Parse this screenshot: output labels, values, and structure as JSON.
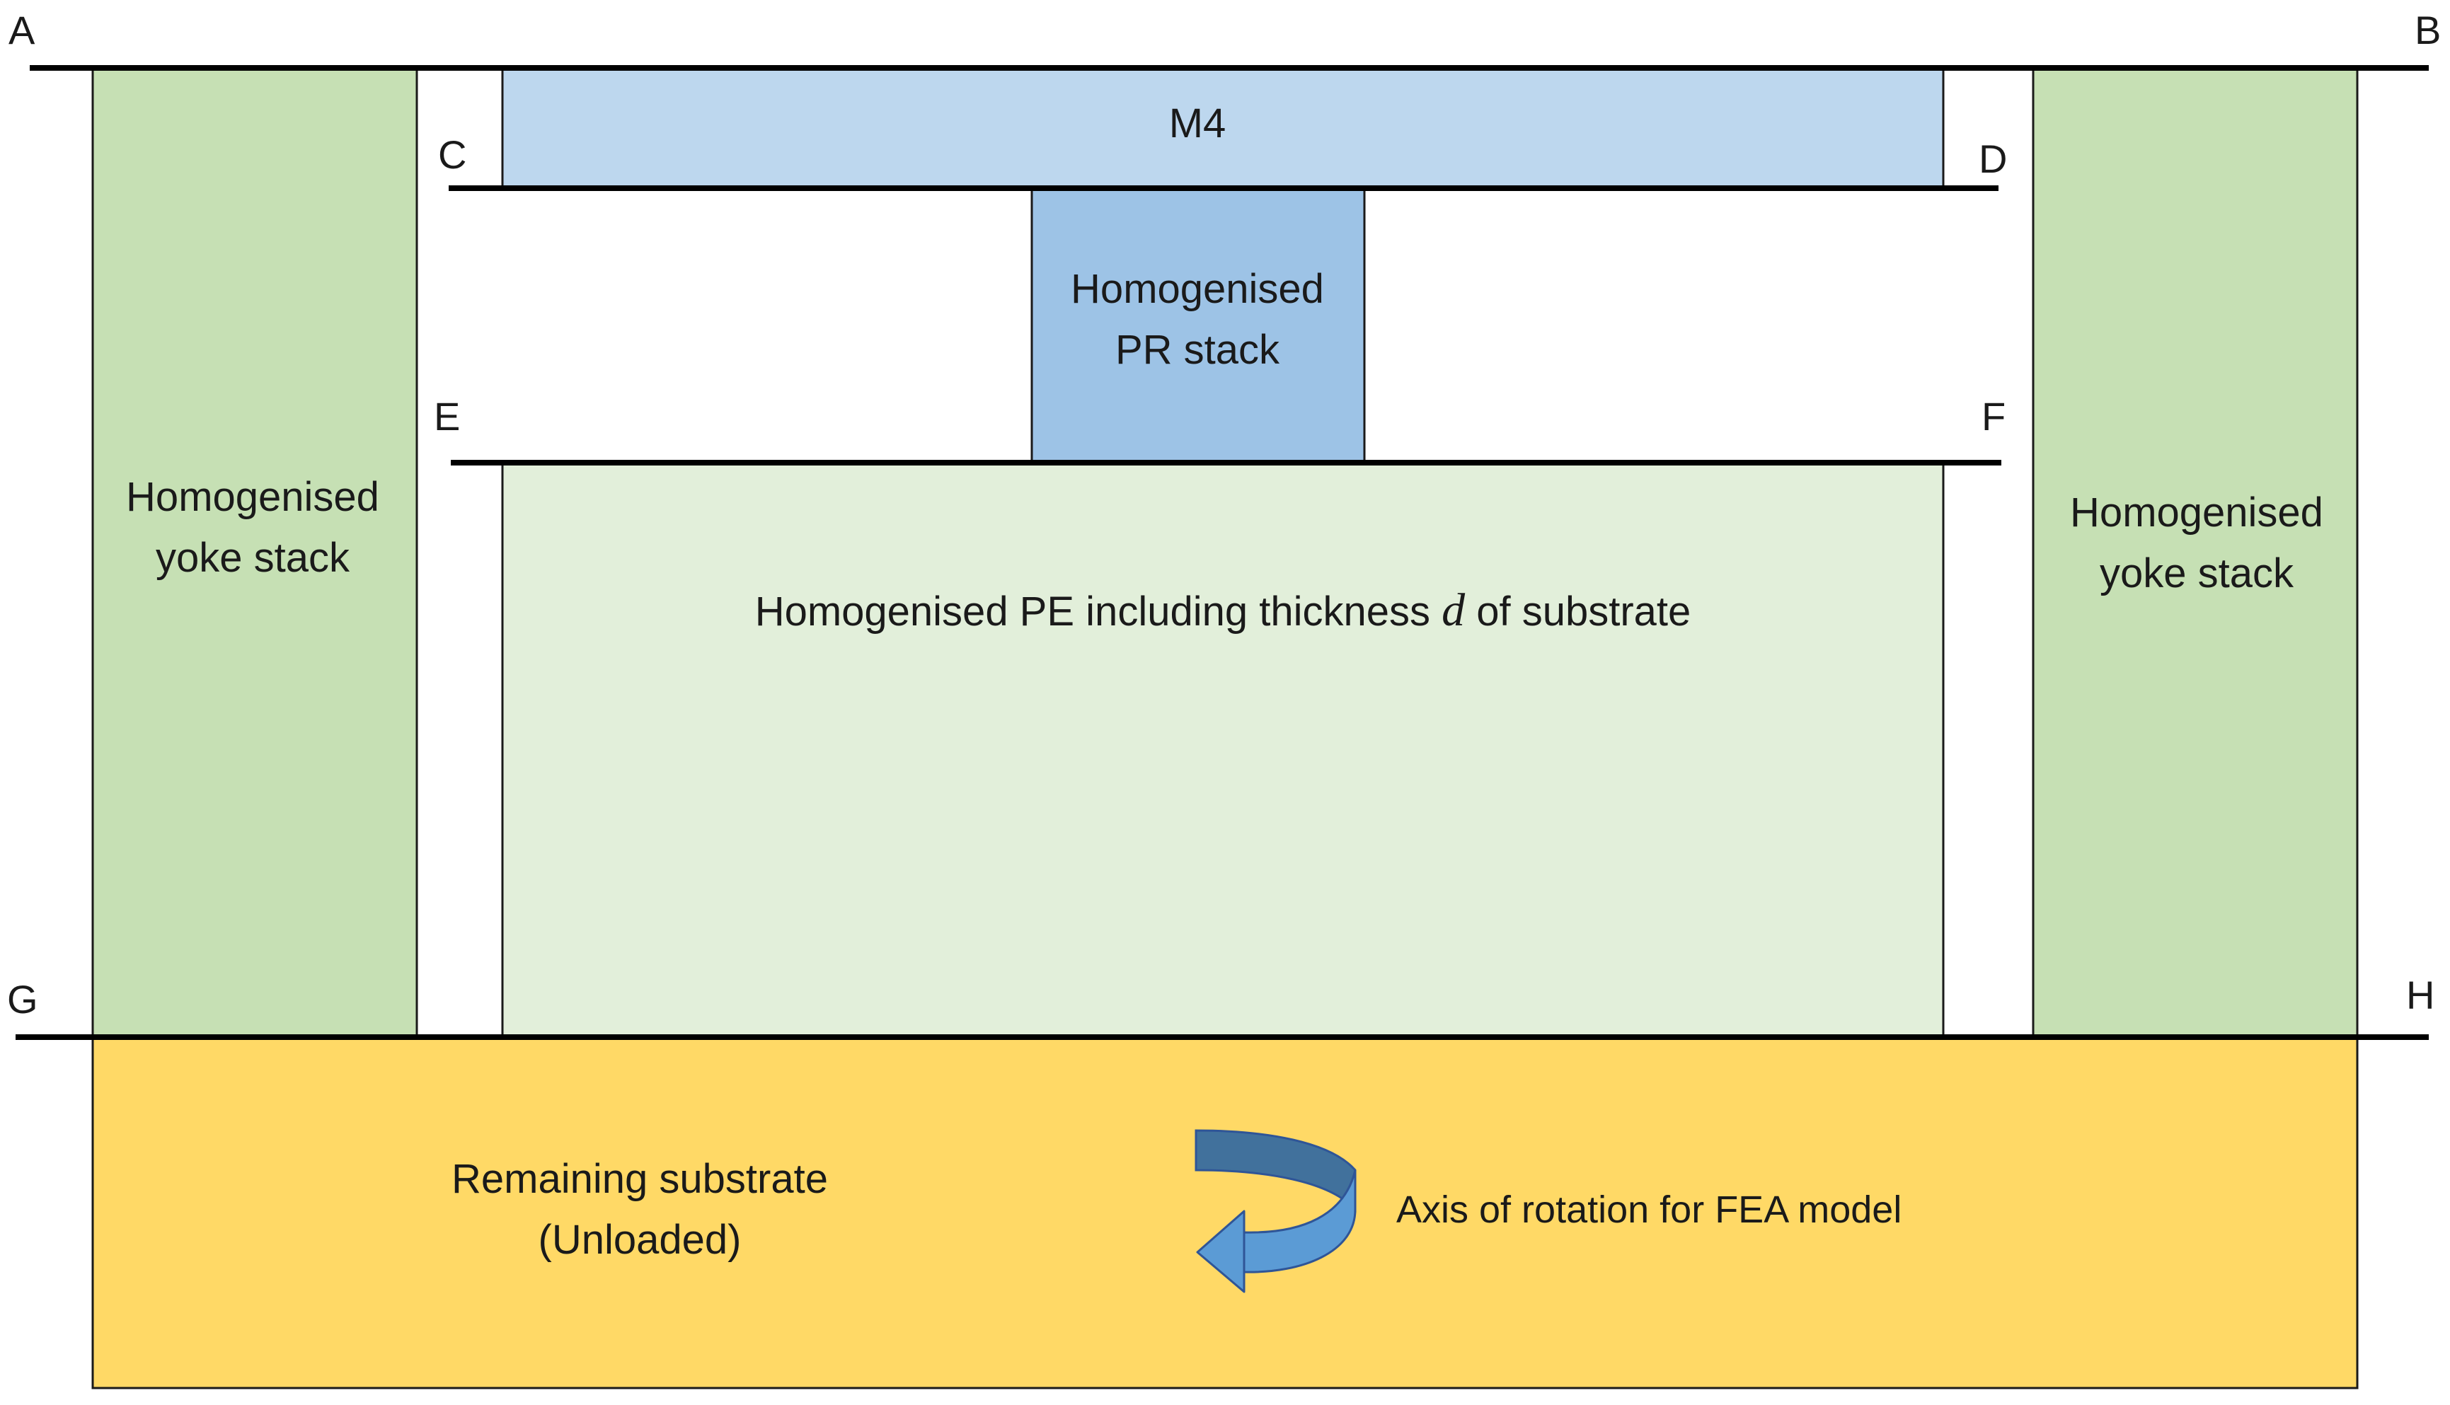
{
  "corners": {
    "a": "A",
    "b": "B",
    "c": "C",
    "d": "D",
    "e": "E",
    "f": "F",
    "g": "G",
    "h": "H"
  },
  "regions": {
    "m4": "M4",
    "pr_stack": [
      "Homogenised",
      "PR stack"
    ],
    "yoke_left": [
      "Homogenised",
      "yoke stack"
    ],
    "yoke_right": [
      "Homogenised",
      "yoke stack"
    ],
    "pe": {
      "before": "Homogenised PE including thickness ",
      "var": "d",
      "after": " of substrate"
    },
    "substrate": [
      "Remaining substrate",
      "(Unloaded)"
    ]
  },
  "rotation_label": "Axis of rotation for FEA model",
  "colors": {
    "yoke": "#C6E0B4",
    "m4": "#BDD7EE",
    "pr": "#9DC3E6",
    "pe": "#E2EFDA",
    "substrate": "#FFD966",
    "arrow": "#5B9BD5",
    "arrow_dark": "#41719C"
  }
}
